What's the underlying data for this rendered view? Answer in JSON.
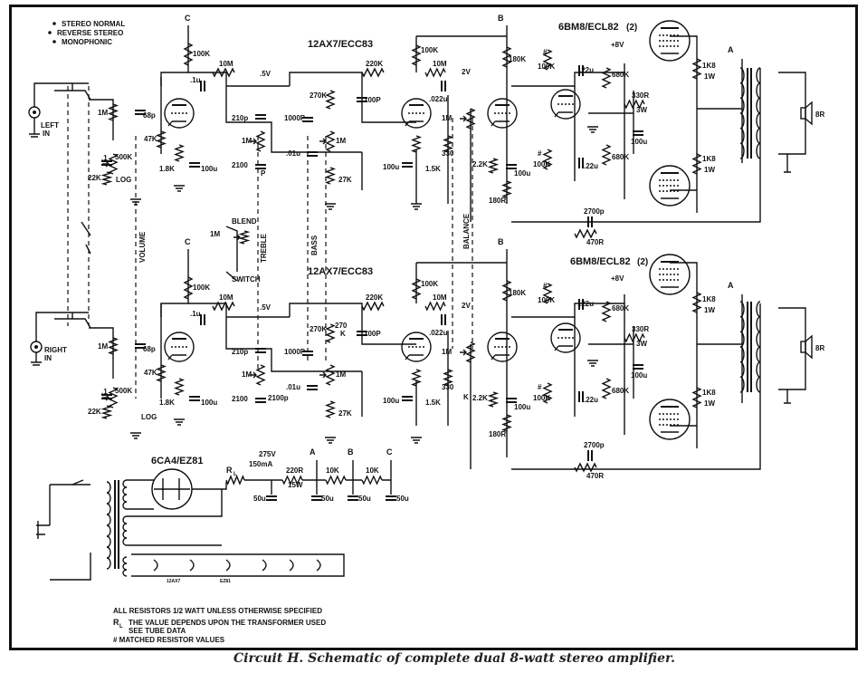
{
  "legend": {
    "item1": "STEREO NORMAL",
    "item2": "REVERSE STEREO",
    "item3": "MONOPHONIC"
  },
  "inputs": {
    "left": "LEFT",
    "left2": "IN",
    "right": "RIGHT",
    "right2": "IN"
  },
  "tubes": {
    "preamp": "12AX7/ECC83",
    "output": "6BM8/ECL82",
    "output_count": "(2)",
    "rectifier": "6CA4/EZ81"
  },
  "controls": {
    "volume": "VOLUME",
    "treble": "TREBLE",
    "bass": "BASS",
    "balance": "BALANCE",
    "blend": "BLEND",
    "switch": "SWITCH",
    "log": "LOG"
  },
  "supply_nodes": {
    "a": "A",
    "b": "B",
    "c": "C"
  },
  "components": {
    "r100k": "100K",
    "r10m": "10M",
    "r220k": "220K",
    "r270k": "270K",
    "r1m": "1M",
    "r47k": "47K",
    "r500k": "500K",
    "r22k": "22K",
    "r18k": "1.8K",
    "r27k": "27K",
    "r180k": "180K",
    "r15k": "1.5K",
    "r22k2": "2.2K",
    "r180r": "180R",
    "r330k": "330",
    "r330k2": "K",
    "r680k": "680K",
    "r330r": "330R",
    "r3w": "3W",
    "r1k8": "1K8",
    "r1w": "1W",
    "r470r": "470R",
    "r220r": "220R",
    "r15w": "15W",
    "r10k": "10K",
    "c68p": "68p",
    "c1u": ".1u",
    "c210p": "210p",
    "c1000p": "1000P",
    "c100p": "100P",
    "c01u": ".01u",
    "c2100p": "2100",
    "c2100p_p": "P",
    "c2100p_full": "2100p",
    "c100u": "100u",
    "c022u": ".022u",
    "c22u": ".22u",
    "c2700p": "2700p",
    "c50u": "50u",
    "c_1": ".1",
    "v5": ".5V",
    "v2": "2V",
    "v8": "+8V",
    "v275": "275V",
    "ma150": "150mA",
    "spk": "8R",
    "hash": "#",
    "rl": "R",
    "rl_sub": "L",
    "r270": "270",
    "r270_k": "K"
  },
  "notes": {
    "line1": "ALL RESISTORS 1/2 WATT UNLESS OTHERWISE SPECIFIED",
    "line2_r": "R",
    "line2_sub": "L",
    "line2": "THE VALUE DEPENDS UPON THE TRANSFORMER USED",
    "line3": "SEE TUBE DATA",
    "line4": "# MATCHED RESISTOR VALUES"
  },
  "heater_labels": {
    "h1": "12AX7",
    "h2": "EZ81"
  },
  "caption": "Circuit H. Schematic of complete dual 8-watt stereo amplifier."
}
